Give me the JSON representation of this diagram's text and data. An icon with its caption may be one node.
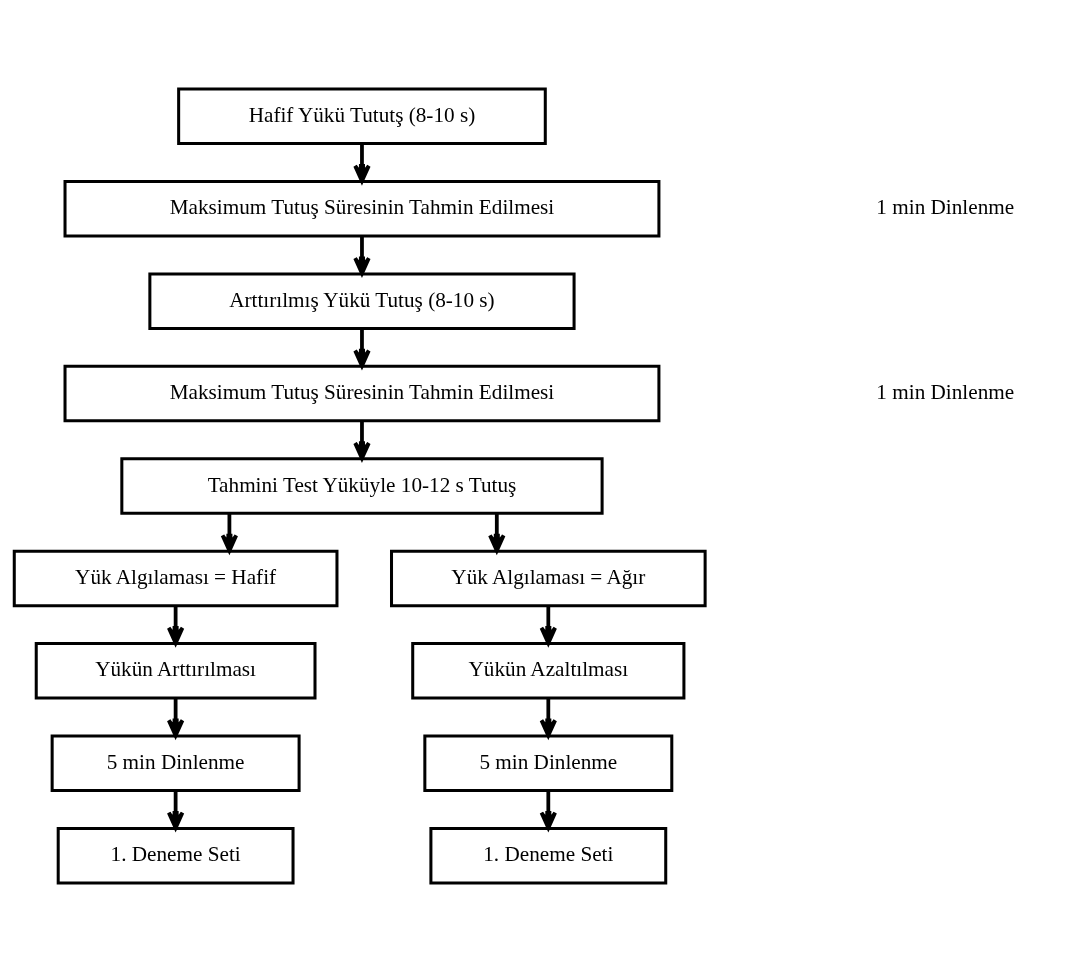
{
  "diagram": {
    "nodes": [
      {
        "text": [
          "Hafif Yükü Tututş (8-10 s)"
        ]
      },
      {
        "text": [
          "Maksimum Tutuş Süresinin Tahmin Edilmesi"
        ]
      },
      {
        "text": [
          "Arttırılmış Yükü Tutuş (8-10 s)"
        ]
      },
      {
        "text": [
          "Maksimum Tutuş Süresinin Tahmin Edilmesi"
        ]
      },
      {
        "text": [
          "Tahmini Test Yüküyle 10-12 s Tutuş"
        ]
      },
      {
        "text": [
          "Yük Algılaması = Hafif"
        ]
      },
      {
        "text": [
          "Yük Algılaması = Ağır"
        ]
      },
      {
        "text": [
          "Yükün Arttırılması"
        ]
      },
      {
        "text": [
          "Yükün Azaltılması"
        ]
      },
      {
        "text": [
          "5 min Dinlenme"
        ]
      },
      {
        "text": [
          "5 min Dinlenme"
        ]
      },
      {
        "text": [
          "1. Deneme Seti"
        ]
      },
      {
        "text": [
          "1. Deneme Seti"
        ]
      }
    ],
    "edges": [
      {
        "from": 0,
        "to": 1,
        "arrow": "to"
      },
      {
        "from": 1,
        "to": 2,
        "arrow": "to"
      },
      {
        "from": 2,
        "to": 3,
        "arrow": "to"
      },
      {
        "from": 3,
        "to": 4,
        "arrow": "to"
      },
      {
        "from": 4,
        "to": 5,
        "arrow": "to"
      },
      {
        "from": 4,
        "to": 6,
        "arrow": "to"
      },
      {
        "from": 5,
        "to": 7,
        "arrow": "to"
      },
      {
        "from": 7,
        "to": 9,
        "arrow": "to"
      },
      {
        "from": 9,
        "to": 11,
        "arrow": "to"
      },
      {
        "from": 6,
        "to": 8,
        "arrow": "to"
      },
      {
        "from": 8,
        "to": 10,
        "arrow": "to"
      },
      {
        "from": 10,
        "to": 12,
        "arrow": "to"
      }
    ],
    "labels": [
      "1 min Dinlenme",
      "1 min Dinlenme"
    ]
  }
}
